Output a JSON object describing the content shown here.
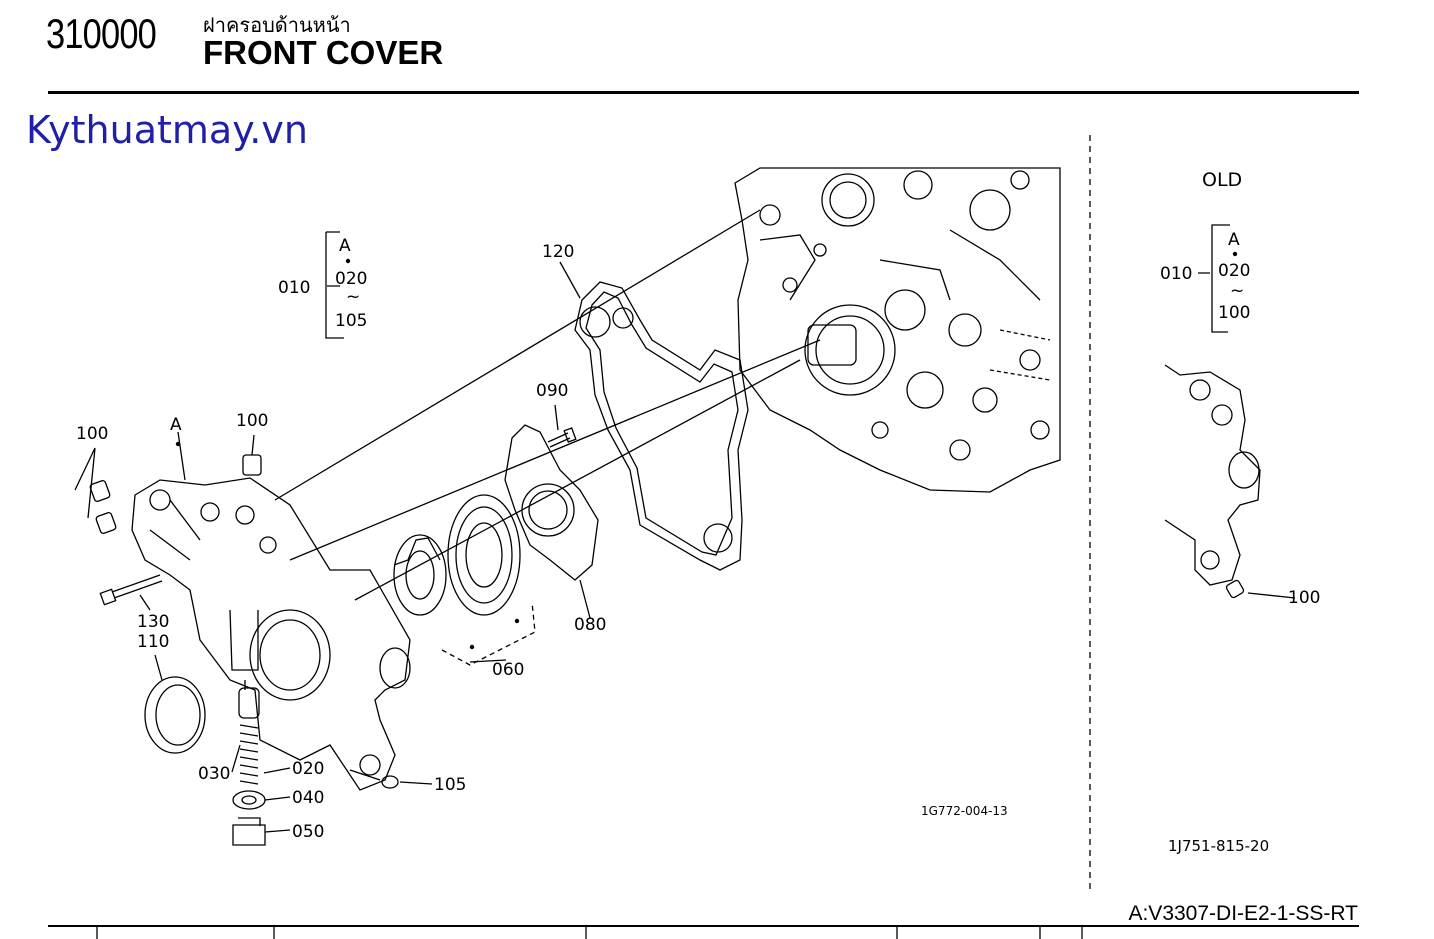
{
  "header": {
    "part_group_code": "310000",
    "title_thai": "ฝาครอบด้านหน้า",
    "title_english": "FRONT COVER"
  },
  "watermark": "Kythuatmay.vn",
  "diagram": {
    "callouts": {
      "p010": "010",
      "p020": "020",
      "p030": "030",
      "p040": "040",
      "p050": "050",
      "p060": "060",
      "p080": "080",
      "p090": "090",
      "p100a": "100",
      "p100b": "100",
      "p105": "105",
      "p105range": "105",
      "p110": "110",
      "p120": "120",
      "p130": "130",
      "refA": "A",
      "refA2": "A",
      "range_020": "020",
      "range_tilde": "~"
    },
    "figure_id": "1G772-004-13"
  },
  "old_panel": {
    "label": "OLD",
    "p010": "010",
    "refA": "A",
    "range_020": "020",
    "range_tilde": "~",
    "range_100": "100",
    "p100": "100",
    "figure_id": "1J751-815-20"
  },
  "footer": {
    "model_code": "A:V3307-DI-E2-1-SS-RT"
  }
}
